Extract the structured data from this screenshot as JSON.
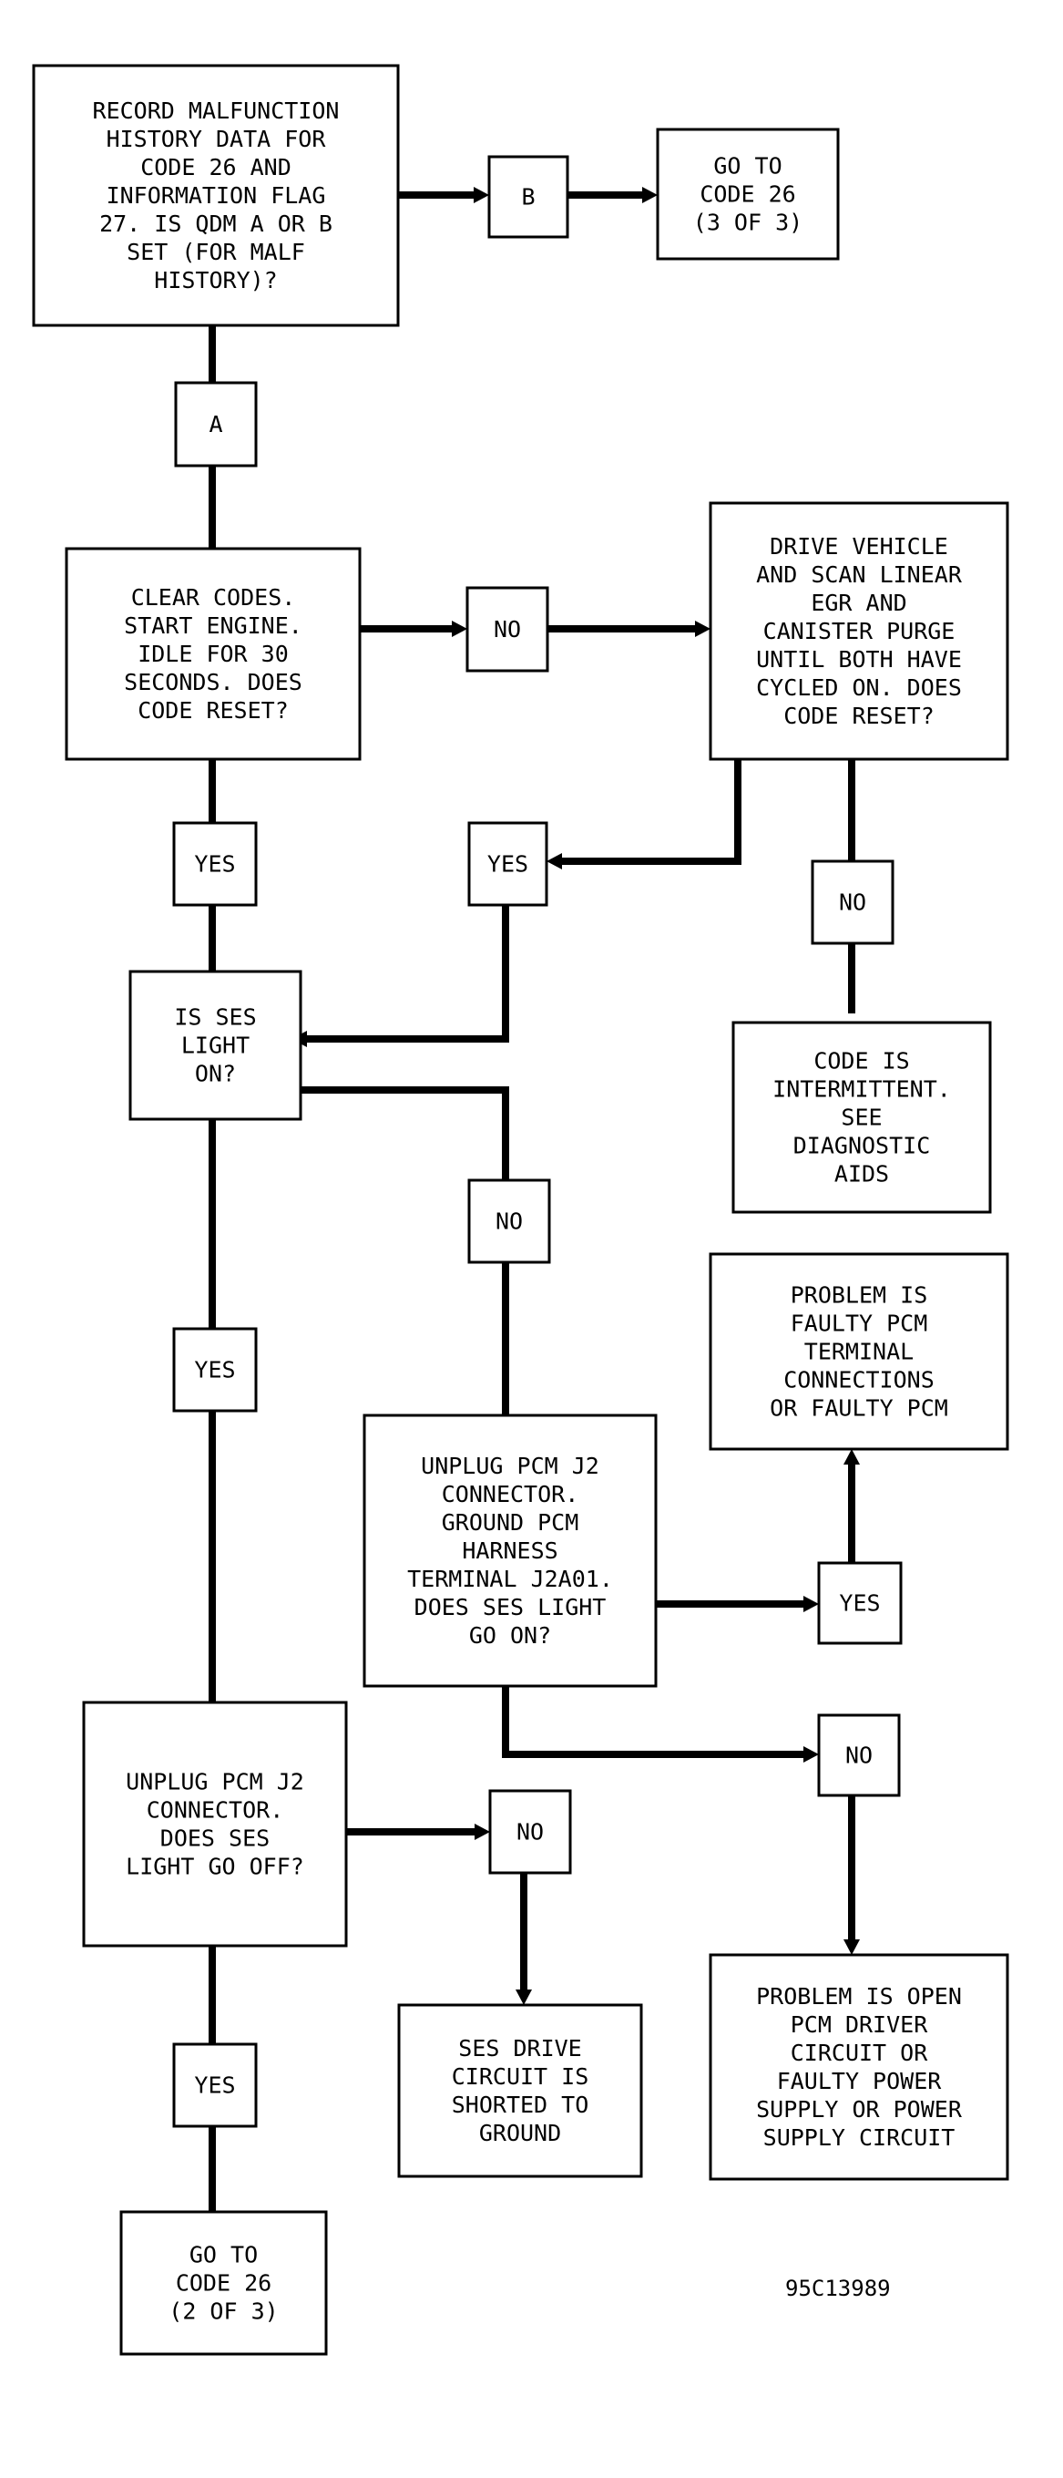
{
  "figure_id": "95C13989",
  "nodes": {
    "record_history": {
      "lines": [
        "RECORD MALFUNCTION",
        "HISTORY DATA FOR",
        "CODE 26 AND",
        "INFORMATION FLAG",
        "27. IS QDM A OR B",
        "SET (FOR MALF",
        "HISTORY)?"
      ]
    },
    "label_b": {
      "lines": [
        "B"
      ]
    },
    "goto_3of3": {
      "lines": [
        "GO TO",
        "CODE 26",
        "(3 OF 3)"
      ]
    },
    "label_a": {
      "lines": [
        "A"
      ]
    },
    "clear_codes": {
      "lines": [
        "CLEAR CODES.",
        "START ENGINE.",
        "IDLE FOR 30",
        "SECONDS. DOES",
        "CODE RESET?"
      ]
    },
    "label_no_1": {
      "lines": [
        "NO"
      ]
    },
    "drive_vehicle": {
      "lines": [
        "DRIVE VEHICLE",
        "AND SCAN LINEAR",
        "EGR AND",
        "CANISTER PURGE",
        "UNTIL BOTH HAVE",
        "CYCLED ON. DOES",
        "CODE RESET?"
      ]
    },
    "label_yes_1": {
      "lines": [
        "YES"
      ]
    },
    "label_yes_2": {
      "lines": [
        "YES"
      ]
    },
    "label_no_2": {
      "lines": [
        "NO"
      ]
    },
    "ses_light_on": {
      "lines": [
        "IS SES",
        "LIGHT",
        "ON?"
      ]
    },
    "intermittent": {
      "lines": [
        "CODE IS",
        "INTERMITTENT.",
        "SEE",
        "DIAGNOSTIC",
        "AIDS"
      ]
    },
    "label_no_3": {
      "lines": [
        "NO"
      ]
    },
    "faulty_terminal": {
      "lines": [
        "PROBLEM IS",
        "FAULTY PCM",
        "TERMINAL",
        "CONNECTIONS",
        "OR FAULTY PCM"
      ]
    },
    "label_yes_3": {
      "lines": [
        "YES"
      ]
    },
    "unplug_ground": {
      "lines": [
        "UNPLUG PCM J2",
        "CONNECTOR.",
        "GROUND PCM",
        "HARNESS",
        "TERMINAL J2A01.",
        "DOES SES LIGHT",
        "GO ON?"
      ]
    },
    "label_yes_4": {
      "lines": [
        "YES"
      ]
    },
    "label_no_4": {
      "lines": [
        "NO"
      ]
    },
    "unplug_off": {
      "lines": [
        "UNPLUG PCM J2",
        "CONNECTOR.",
        "DOES SES",
        "LIGHT GO OFF?"
      ]
    },
    "label_no_5": {
      "lines": [
        "NO"
      ]
    },
    "open_driver": {
      "lines": [
        "PROBLEM IS OPEN",
        "PCM DRIVER",
        "CIRCUIT OR",
        "FAULTY POWER",
        "SUPPLY OR POWER",
        "SUPPLY CIRCUIT"
      ]
    },
    "shorted": {
      "lines": [
        "SES DRIVE",
        "CIRCUIT IS",
        "SHORTED TO",
        "GROUND"
      ]
    },
    "label_yes_5": {
      "lines": [
        "YES"
      ]
    },
    "goto_2of3": {
      "lines": [
        "GO TO",
        "CODE 26",
        "(2 OF 3)"
      ]
    }
  }
}
